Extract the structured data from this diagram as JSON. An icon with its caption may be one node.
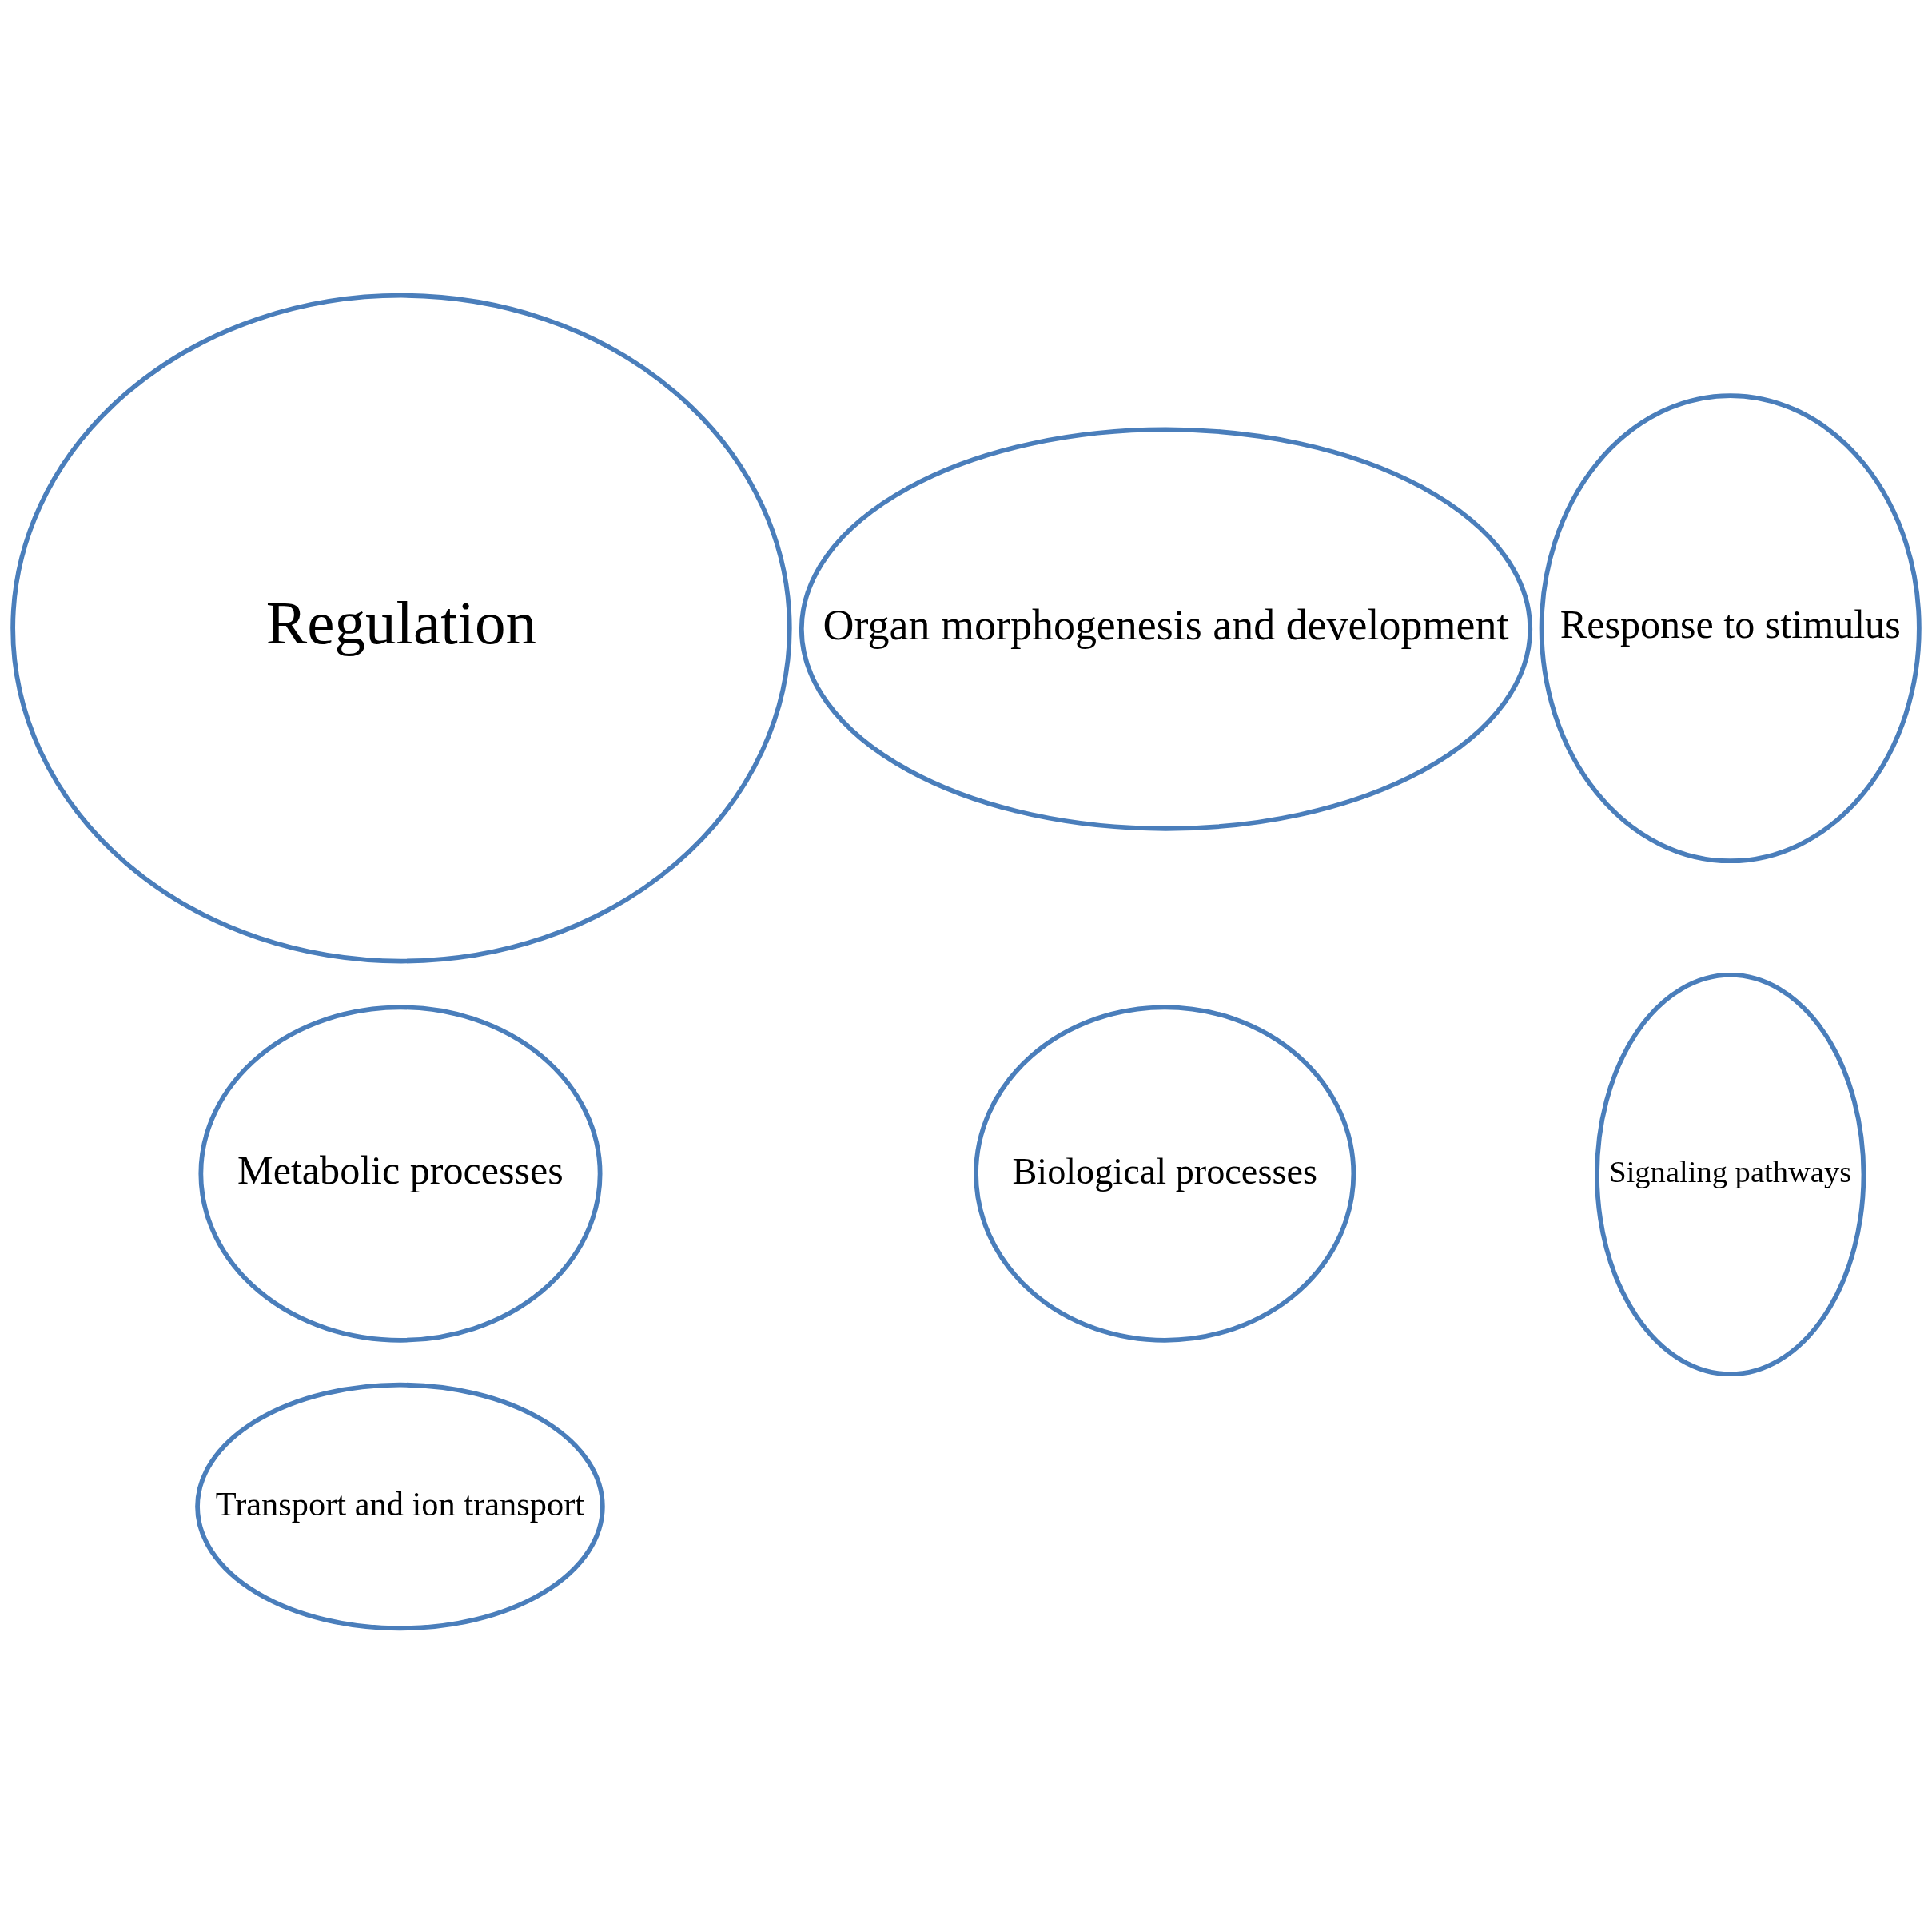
{
  "diagram": {
    "nodes": [
      {
        "text": [
          "Regulation"
        ]
      },
      {
        "text": [
          "Metabolic processes"
        ]
      },
      {
        "text": [
          "Biological processes"
        ]
      },
      {
        "text": [
          "Transport and ion transport"
        ]
      },
      {
        "text": [
          "Organ morphogenesis and development"
        ]
      },
      {
        "text": [
          "Response to stimulus"
        ]
      },
      {
        "text": [
          "Signaling pathways"
        ]
      }
    ],
    "edges": []
  }
}
